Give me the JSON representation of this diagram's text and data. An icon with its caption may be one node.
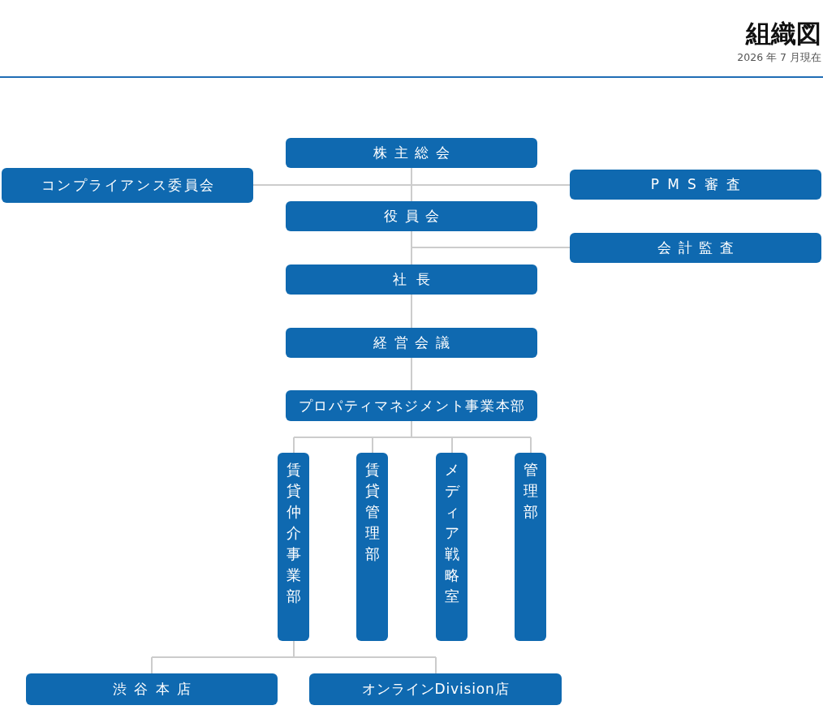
{
  "diagram": {
    "title": "組織図",
    "nodes": [
      {
        "text": [
          "株主総会"
        ]
      },
      {
        "text": [
          "コンプライアンス委員会"
        ]
      },
      {
        "text": [
          "PMS審査"
        ]
      },
      {
        "text": [
          "役員会"
        ]
      },
      {
        "text": [
          "会計監査"
        ]
      },
      {
        "text": [
          "社長"
        ]
      },
      {
        "text": [
          "経営会議"
        ]
      },
      {
        "text": [
          "プロパティマネジメント事業本部"
        ]
      },
      {
        "text": [
          "賃貸仲介事業部"
        ]
      },
      {
        "text": [
          "賃貸管理部"
        ]
      },
      {
        "text": [
          "メディア戦略室"
        ]
      },
      {
        "text": [
          "管理部"
        ]
      },
      {
        "text": [
          "渋谷本店"
        ]
      },
      {
        "text": [
          "オンラインDivision店"
        ]
      }
    ],
    "edges": [
      {
        "from": 0,
        "to": 1,
        "arrow": "none"
      },
      {
        "from": 0,
        "to": 2,
        "arrow": "none"
      },
      {
        "from": 0,
        "to": 3,
        "arrow": "none"
      },
      {
        "from": 3,
        "to": 4,
        "arrow": "none"
      },
      {
        "from": 3,
        "to": 5,
        "arrow": "none"
      },
      {
        "from": 5,
        "to": 6,
        "arrow": "none"
      },
      {
        "from": 6,
        "to": 7,
        "arrow": "none"
      },
      {
        "from": 7,
        "to": 8,
        "arrow": "none"
      },
      {
        "from": 7,
        "to": 9,
        "arrow": "none"
      },
      {
        "from": 7,
        "to": 10,
        "arrow": "none"
      },
      {
        "from": 7,
        "to": 11,
        "arrow": "none"
      },
      {
        "from": 8,
        "to": 12,
        "arrow": "none"
      },
      {
        "from": 8,
        "to": 13,
        "arrow": "none"
      }
    ],
    "labels": [
      "2026 年 7 月現在"
    ]
  }
}
